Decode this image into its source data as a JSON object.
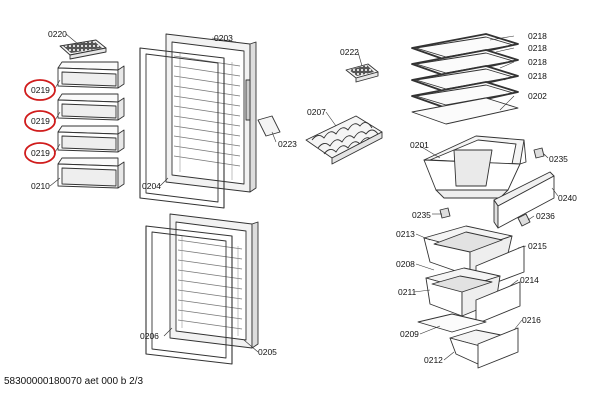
{
  "diagram": {
    "footer": "58300000180070 aet 000 b 2/3",
    "highlight_color": "#d01c1c",
    "labels": {
      "p0220": "0220",
      "p0219a": "0219",
      "p0219b": "0219",
      "p0219c": "0219",
      "p0210": "0210",
      "p0203": "0203",
      "p0204": "0204",
      "p0206": "0206",
      "p0205": "0205",
      "p0222": "0222",
      "p0207": "0207",
      "p0223": "0223",
      "p0218a": "0218",
      "p0218b": "0218",
      "p0218c": "0218",
      "p0218d": "0218",
      "p0202": "0202",
      "p0201": "0201",
      "p0235a": "0235",
      "p0240": "0240",
      "p0235b": "0235",
      "p0236": "0236",
      "p0213": "0213",
      "p0215": "0215",
      "p0208": "0208",
      "p0214": "0214",
      "p0211": "0211",
      "p0209": "0209",
      "p0216": "0216",
      "p0212": "0212"
    }
  }
}
